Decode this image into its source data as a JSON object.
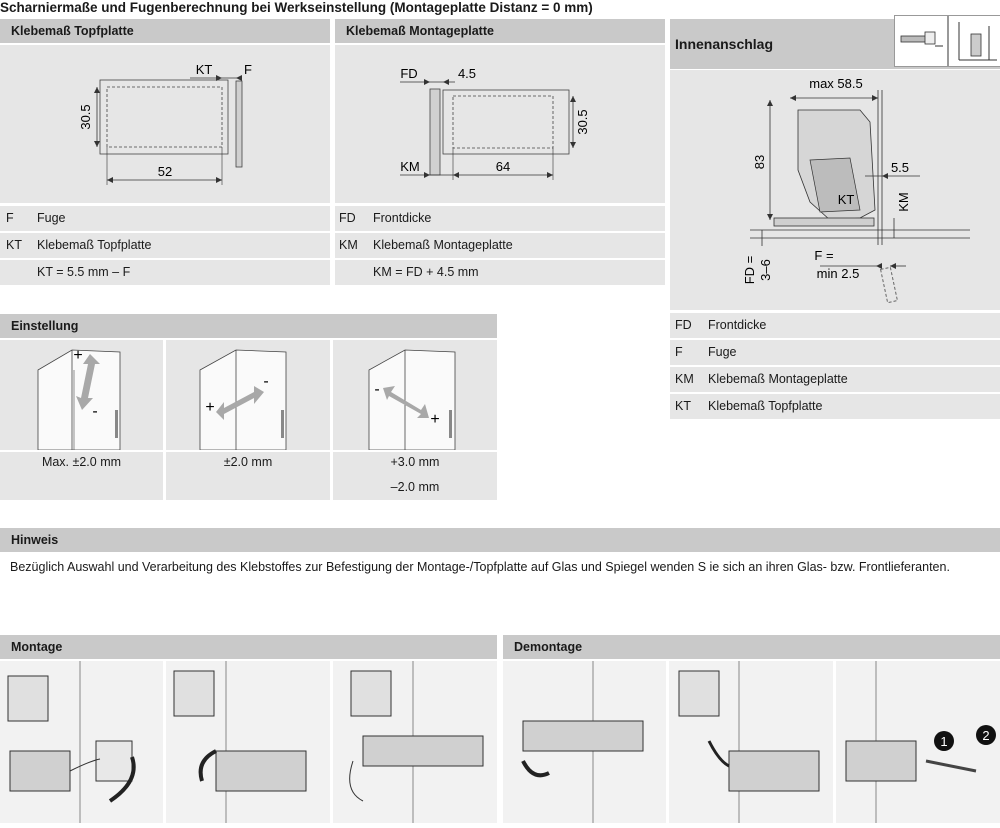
{
  "title": "Scharniermaße und Fugenberechnung bei Werkseinstellung (Montageplatte Distanz = 0 mm)",
  "topfplatte": {
    "header": "Klebemaß Topfplatte",
    "dims": {
      "kt": "KT",
      "f": "F",
      "height": "30.5",
      "width": "52"
    },
    "rows": [
      {
        "key": "F",
        "value": "Fuge"
      },
      {
        "key": "KT",
        "value": "Klebemaß Topfplatte"
      },
      {
        "key": "",
        "value": "KT = 5.5 mm – F"
      }
    ]
  },
  "montageplatte": {
    "header": "Klebemaß Montageplatte",
    "dims": {
      "fd": "FD",
      "offset": "4.5",
      "km": "KM",
      "width": "64",
      "height": "30.5"
    },
    "rows": [
      {
        "key": "FD",
        "value": "Frontdicke"
      },
      {
        "key": "KM",
        "value": "Klebemaß Montageplatte"
      },
      {
        "key": "",
        "value": "KM = FD + 4.5 mm"
      }
    ]
  },
  "innenanschlag": {
    "header": "Innenanschlag",
    "dims": {
      "max": "max 58.5",
      "h": "83",
      "d55": "5.5",
      "kt": "KT",
      "km": "KM",
      "fd": "FD =",
      "fd_range": "3–6",
      "f": "F =",
      "f_min": "min 2.5"
    },
    "rows": [
      {
        "key": "FD",
        "value": "Frontdicke"
      },
      {
        "key": "F",
        "value": "Fuge"
      },
      {
        "key": "KM",
        "value": "Klebemaß Montageplatte"
      },
      {
        "key": "KT",
        "value": "Klebemaß Topfplatte"
      }
    ]
  },
  "einstellung": {
    "header": "Einstellung",
    "items": [
      {
        "lines": [
          "Max. ±2.0 mm"
        ],
        "plus": "+",
        "minus": "-"
      },
      {
        "lines": [
          "±2.0 mm"
        ],
        "plus": "+",
        "minus": "-"
      },
      {
        "lines": [
          "+3.0 mm",
          "–2.0 mm"
        ],
        "plus": "+",
        "minus": "-"
      }
    ]
  },
  "hinweis": {
    "header": "Hinweis",
    "text": "Bezüglich Auswahl und Verarbeitung des Klebstoffes zur Befestigung der Montage-/Topfplatte auf Glas und Spiegel wenden S ie sich an ihren Glas- bzw. Frontlieferanten."
  },
  "montage": {
    "header": "Montage"
  },
  "demontage": {
    "header": "Demontage",
    "step1": "1",
    "step2": "2"
  }
}
